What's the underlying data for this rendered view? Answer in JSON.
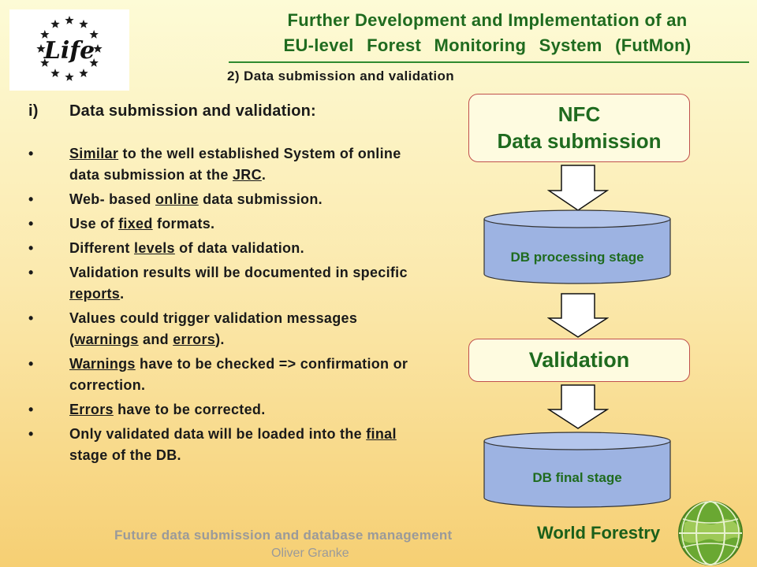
{
  "logo": {
    "text": "Life",
    "stars": 12
  },
  "header": {
    "title_line1": "Further Development and Implementation of an",
    "title_line2": "EU-level Forest Monitoring System (FutMon)",
    "subtitle": "2) Data submission and validation"
  },
  "section": {
    "number": "i)",
    "heading": "Data submission and validation:"
  },
  "bullets": [
    {
      "parts": [
        {
          "t": "Similar",
          "u": true
        },
        {
          "t": " to the well established System of online data submission at the "
        },
        {
          "t": "JRC",
          "u": true
        },
        {
          "t": "."
        }
      ]
    },
    {
      "parts": [
        {
          "t": "Web- based "
        },
        {
          "t": "online",
          "u": true
        },
        {
          "t": " data submission."
        }
      ]
    },
    {
      "parts": [
        {
          "t": "Use of "
        },
        {
          "t": "fixed",
          "u": true
        },
        {
          "t": " formats."
        }
      ]
    },
    {
      "parts": [
        {
          "t": "Different "
        },
        {
          "t": "levels",
          "u": true
        },
        {
          "t": " of data validation."
        }
      ]
    },
    {
      "parts": [
        {
          "t": "Validation results will be documented in specific "
        },
        {
          "t": "reports",
          "u": true
        },
        {
          "t": "."
        }
      ]
    },
    {
      "parts": [
        {
          "t": "Values could trigger validation messages ("
        },
        {
          "t": "warnings",
          "u": true
        },
        {
          "t": " and "
        },
        {
          "t": "errors",
          "u": true
        },
        {
          "t": ")."
        }
      ]
    },
    {
      "parts": [
        {
          "t": "Warnings",
          "u": true
        },
        {
          "t": " have to be checked => confirmation or correction."
        }
      ]
    },
    {
      "parts": [
        {
          "t": "Errors",
          "u": true
        },
        {
          "t": " have to be corrected."
        }
      ]
    },
    {
      "parts": [
        {
          "t": "Only validated data will be loaded into the "
        },
        {
          "t": "final",
          "u": true
        },
        {
          "t": " stage of the DB."
        }
      ]
    }
  ],
  "flow": {
    "nfc_line1": "NFC",
    "nfc_line2": "Data submission",
    "db_processing": "DB processing stage",
    "validation": "Validation",
    "db_final": "DB final stage"
  },
  "footer": {
    "title": "Future data submission and database management",
    "author": "Oliver Granke",
    "brand": "World Forestry"
  },
  "colors": {
    "title_green": "#1f6b1f",
    "box_border": "#c0504d",
    "cylinder_fill": "#9db3e2",
    "footer_gray": "#9a9a9a"
  },
  "icons": {
    "logo": "eu-life-logo-icon",
    "arrows": "down-arrow-icon",
    "globe": "globe-icon"
  }
}
